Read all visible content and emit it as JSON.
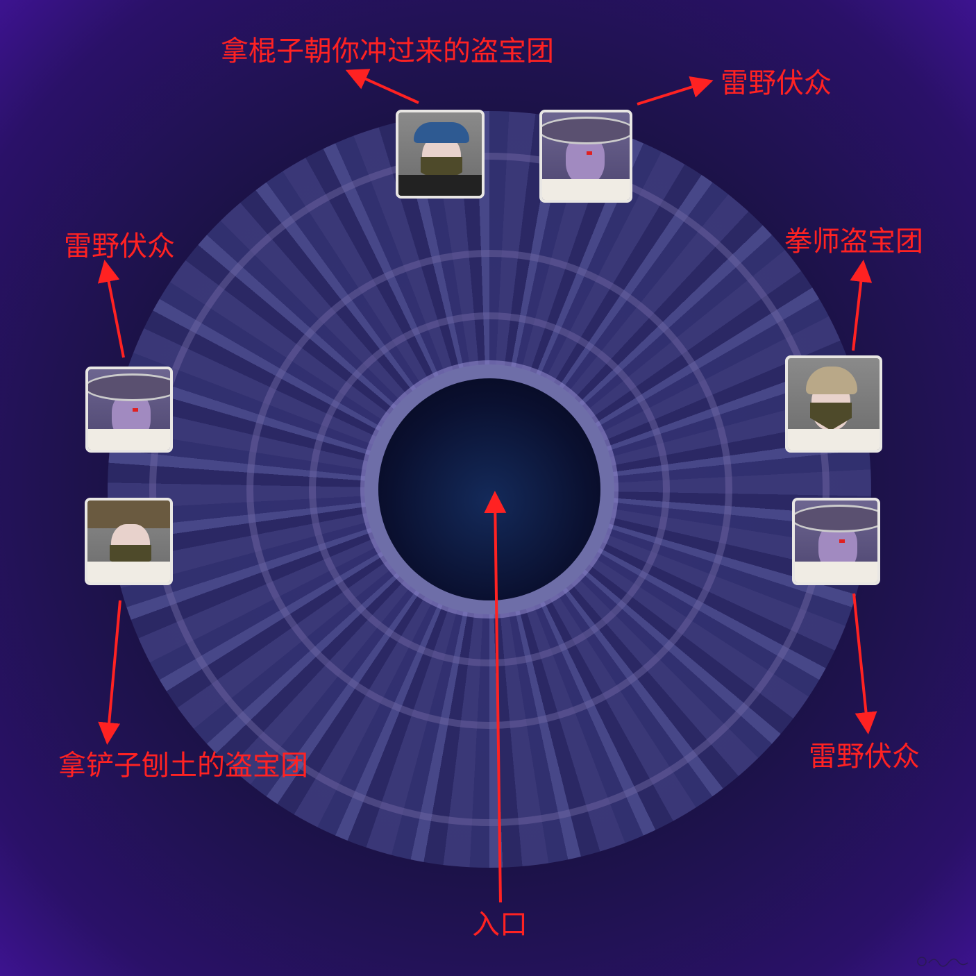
{
  "labels": {
    "top_left": "拿棍子朝你冲过来的盗宝团",
    "top_right": "雷野伏众",
    "left_upper": "雷野伏众",
    "right_upper": "拳师盗宝团",
    "left_lower": "拿铲子刨土的盗宝团",
    "right_lower": "雷野伏众",
    "entrance": "入口"
  },
  "portraits": [
    {
      "enemy": "treasure-hoarder-club"
    },
    {
      "enemy": "nobushi"
    },
    {
      "enemy": "nobushi"
    },
    {
      "enemy": "treasure-hoarder-pugilist"
    },
    {
      "enemy": "treasure-hoarder-shovel"
    },
    {
      "enemy": "nobushi"
    }
  ],
  "colors": {
    "annotation": "#ff2222",
    "background": "#1c1248"
  }
}
